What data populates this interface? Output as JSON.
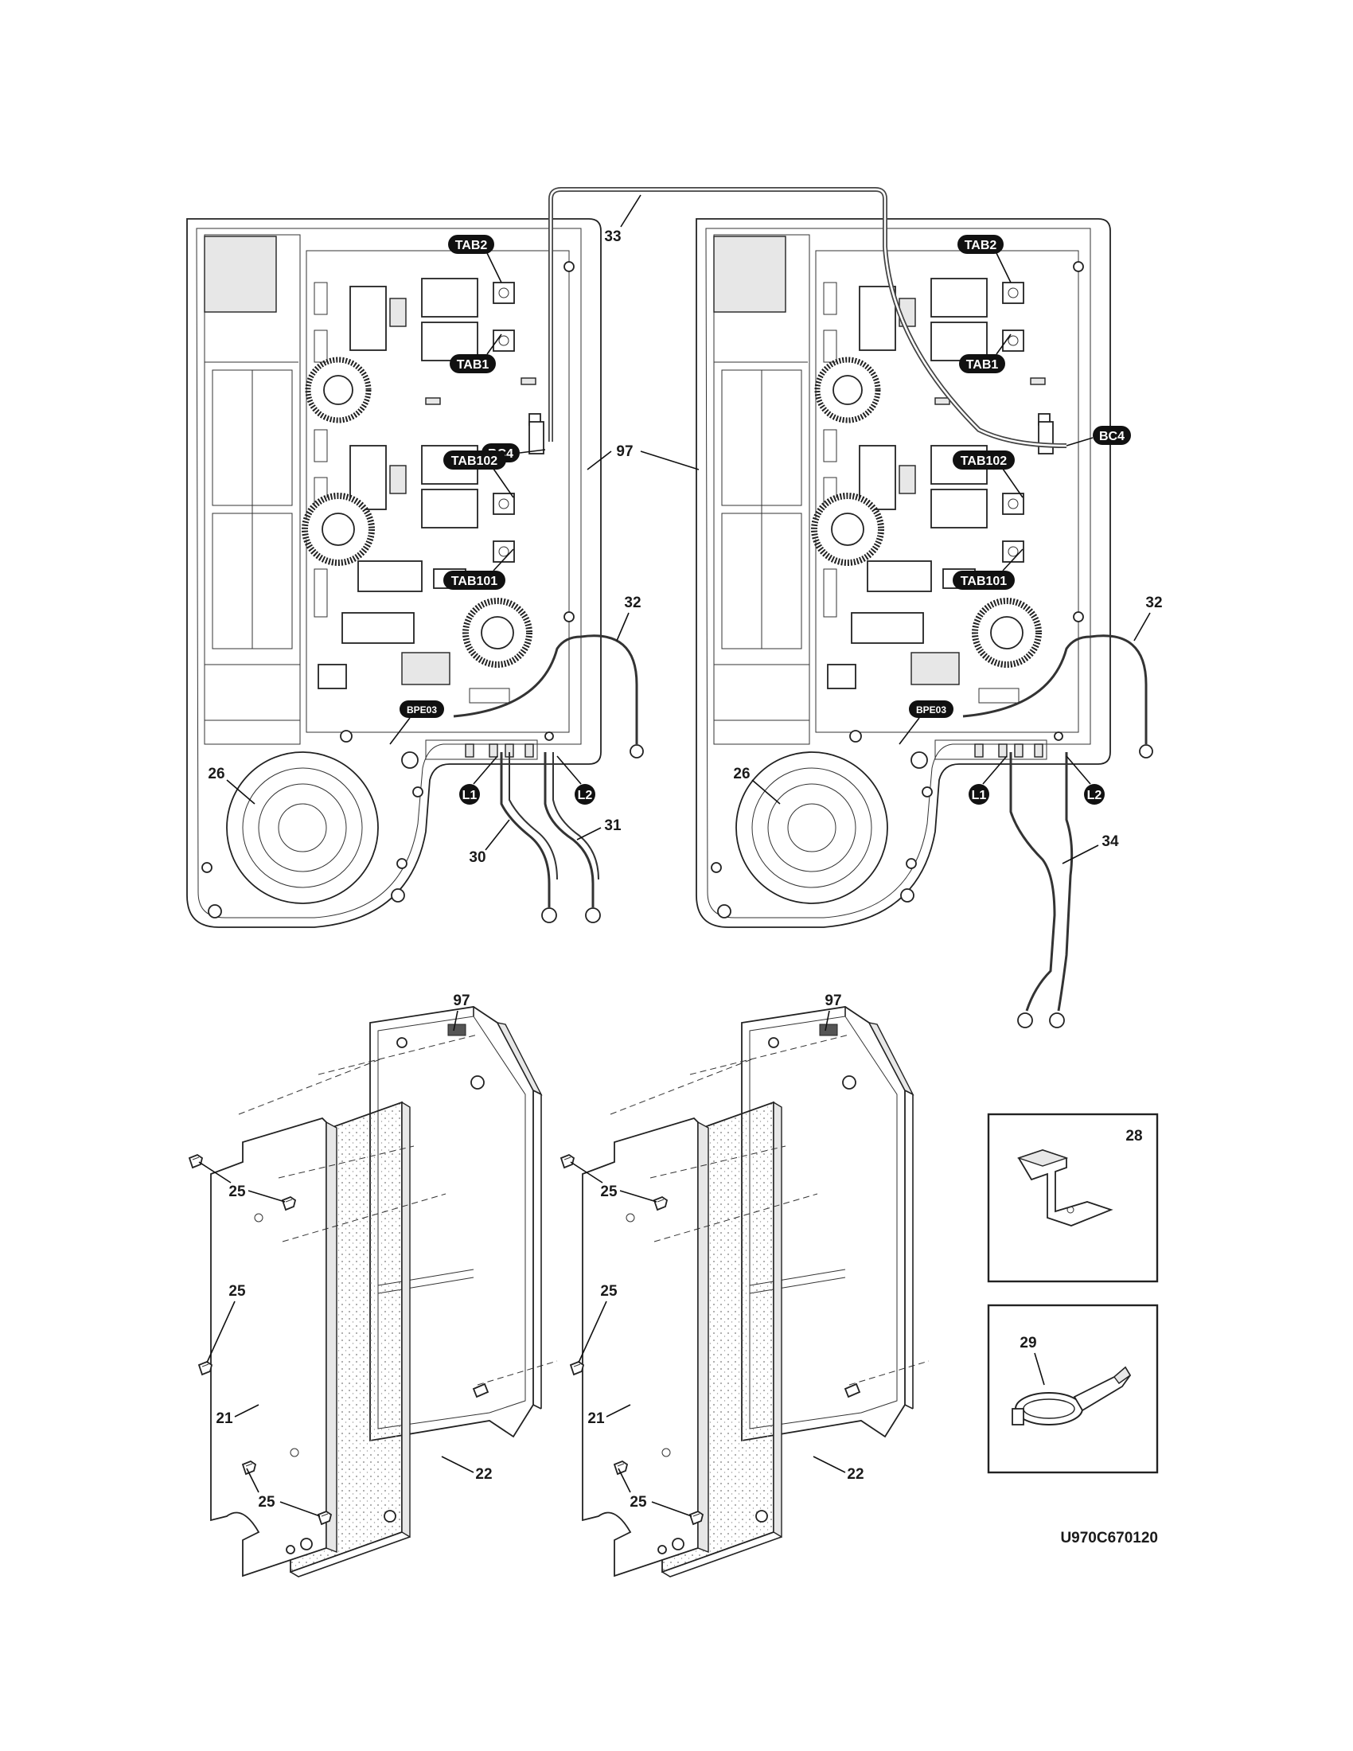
{
  "diagram": {
    "code": "U970C670120",
    "callouts": {
      "c33": "33",
      "c97a": "97",
      "c32a": "32",
      "c32b": "32",
      "c26a": "26",
      "c26b": "26",
      "c30": "30",
      "c31": "31",
      "c34": "34",
      "c97b": "97",
      "c97c": "97",
      "c28": "28",
      "c29": "29",
      "c25a": "25",
      "c25b": "25",
      "c25c": "25",
      "c25d": "25",
      "c25e": "25",
      "c25f": "25",
      "c21a": "21",
      "c21b": "21",
      "c22a": "22",
      "c22b": "22"
    },
    "connectors": {
      "tab2_l": "TAB2",
      "tab1_l": "TAB1",
      "bc4_l": "BC4",
      "tab102_l": "TAB102",
      "tab101_l": "TAB101",
      "bpe03_l": "BPE03",
      "l1_l": "L1",
      "l2_l": "L2",
      "tab2_r": "TAB2",
      "tab1_r": "TAB1",
      "bc4_r": "BC4",
      "tab102_r": "TAB102",
      "tab101_r": "TAB101",
      "bpe03_r": "BPE03",
      "l1_r": "L1",
      "l2_r": "L2"
    }
  }
}
